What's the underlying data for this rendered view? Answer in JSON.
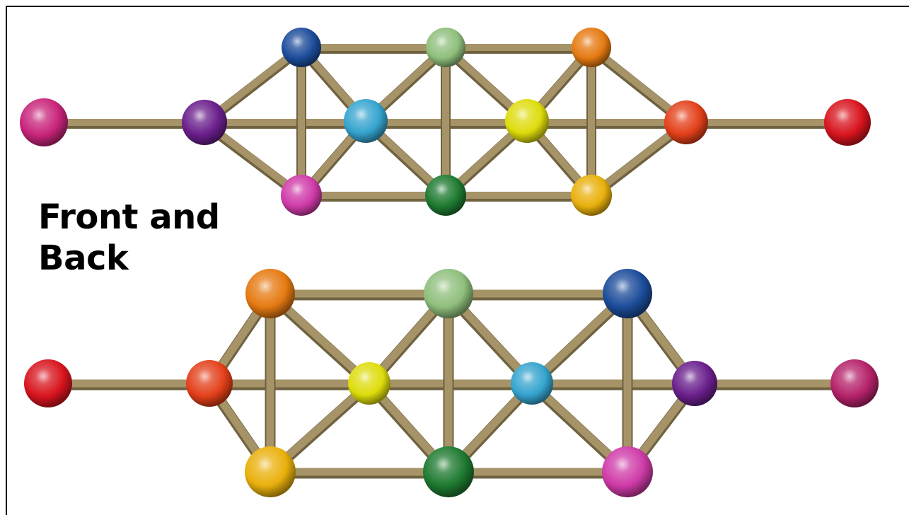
{
  "caption": {
    "line1": "Front and",
    "line2": "Back"
  },
  "palette": {
    "rod": "#a69468",
    "magenta": "#c8247a",
    "purple": "#6a1f8c",
    "dark_blue": "#1c4c9a",
    "light_green": "#8fbf7c",
    "orange": "#e57a12",
    "sky_blue": "#35a4cf",
    "yellow": "#dedc0c",
    "red_orange": "#e3401a",
    "red": "#d8141e",
    "pink": "#cf3ba8",
    "dark_green": "#1e7a30",
    "gold": "#e9b00c",
    "maroon_pink": "#b5226a"
  },
  "models": [
    {
      "name": "front",
      "balls": [
        "magenta",
        "purple",
        "dark_blue",
        "pink",
        "sky_blue",
        "light_green",
        "dark_green",
        "yellow",
        "orange",
        "gold",
        "red_orange",
        "red"
      ]
    },
    {
      "name": "back",
      "balls": [
        "red",
        "red_orange",
        "orange",
        "gold",
        "yellow",
        "light_green",
        "dark_green",
        "sky_blue",
        "dark_blue",
        "pink",
        "purple",
        "maroon_pink"
      ]
    }
  ]
}
